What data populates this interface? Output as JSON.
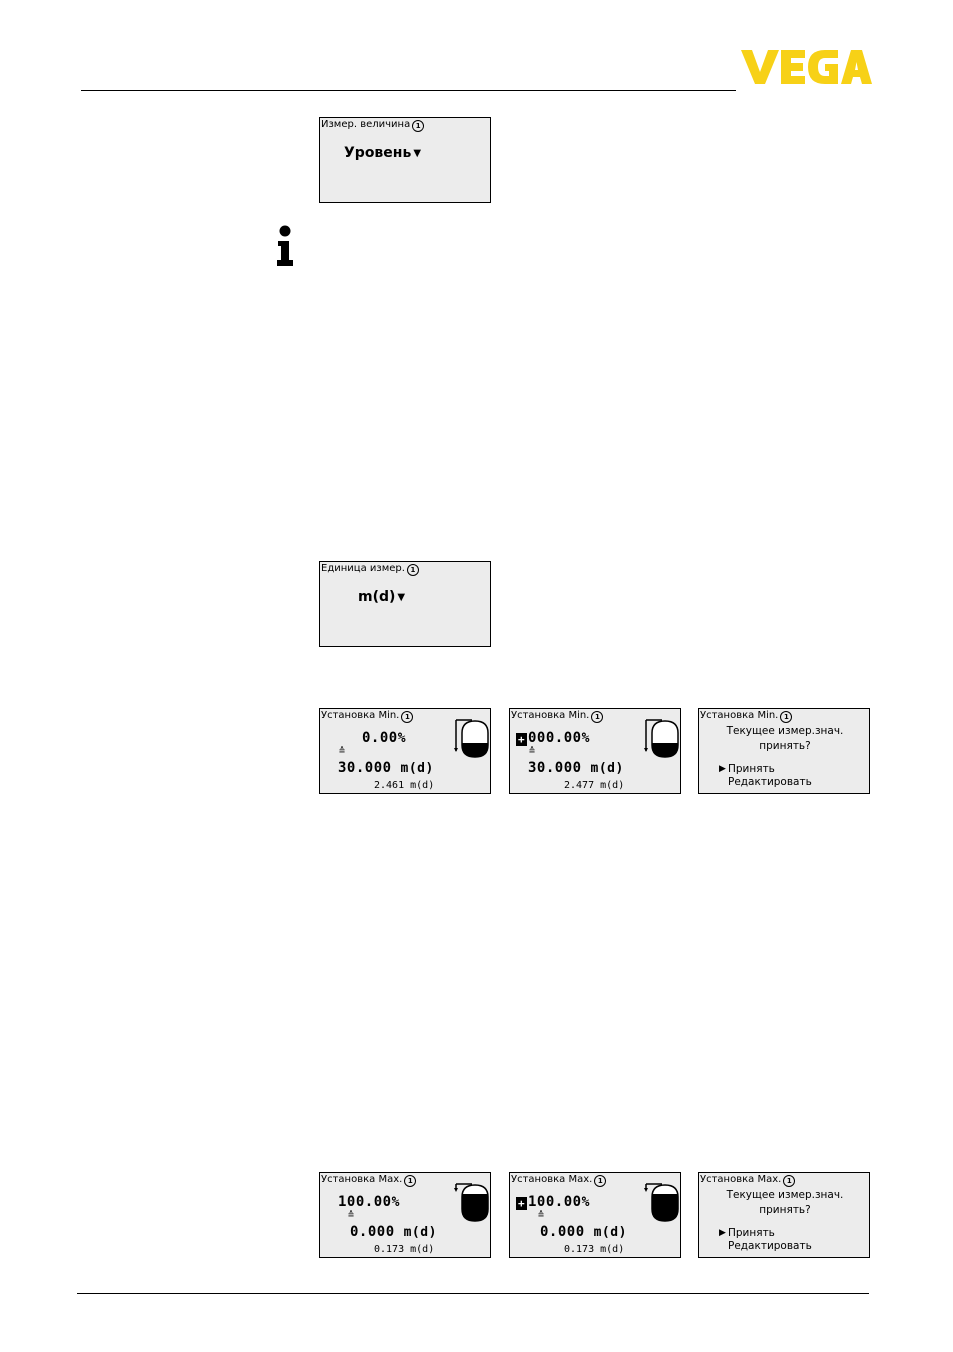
{
  "brand": "VEGA",
  "screens": {
    "measured_value": {
      "title": "Измер. величина",
      "value": "Уровень"
    },
    "unit": {
      "title": "Единица измер.",
      "value": "m(d)"
    },
    "min_1": {
      "title": "Установка Min.",
      "percent": "0.00",
      "pct_unit": "%",
      "distance": "30.000",
      "dist_unit": "m(d)",
      "current": "2.461",
      "current_unit": "m(d)"
    },
    "min_2": {
      "title": "Установка Min.",
      "cursor": "+",
      "percent": "000.00",
      "pct_unit": "%",
      "distance": "30.000",
      "dist_unit": "m(d)",
      "current": "2.477",
      "current_unit": "m(d)"
    },
    "min_3": {
      "title": "Установка Min.",
      "question_1": "Текущее измер.знач.",
      "question_2": "принять?",
      "option_accept": "Принять",
      "option_edit": "Редактировать"
    },
    "max_1": {
      "title": "Установка Max.",
      "percent": "100.00",
      "pct_unit": "%",
      "distance": "0.000",
      "dist_unit": "m(d)",
      "current": "0.173",
      "current_unit": "m(d)"
    },
    "max_2": {
      "title": "Установка Max.",
      "cursor": "+",
      "percent": "100.00",
      "pct_unit": "%",
      "distance": "0.000",
      "dist_unit": "m(d)",
      "current": "0.173",
      "current_unit": "m(d)"
    },
    "max_3": {
      "title": "Установка Max.",
      "question_1": "Текущее измер.знач.",
      "question_2": "принять?",
      "option_accept": "Принять",
      "option_edit": "Редактировать"
    }
  },
  "icons": {
    "info_badge": "info-circle-icon",
    "note": "info-note-icon",
    "dropdown": "triangle-down-icon",
    "selection": "triangle-right-icon",
    "tank": "tank-icon"
  },
  "colors": {
    "logo": "#f7d117",
    "lcd_bg": "#ececec"
  }
}
